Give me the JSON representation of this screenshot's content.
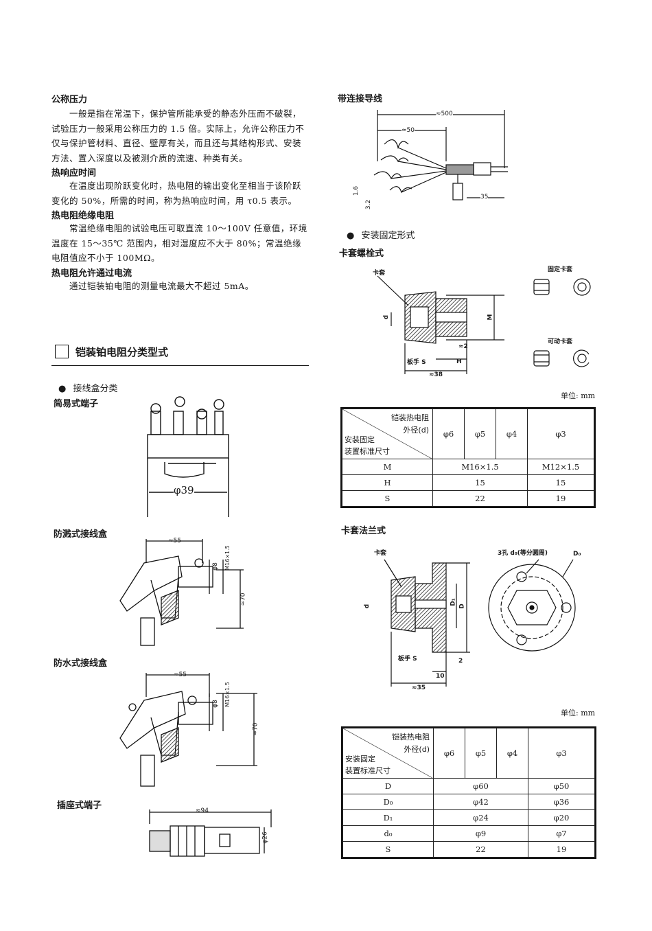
{
  "left": {
    "sections": [
      {
        "title": "公称压力",
        "body": "一般是指在常温下，保护管所能承受的静态外压而不破裂，试验压力一般采用公称压力的 1.5 倍。实际上，允许公称压力不仅与保护管材料、直径、壁厚有关，而且还与其结构形式、安装方法、置入深度以及被测介质的流速、种类有关。"
      },
      {
        "title": "热响应时间",
        "body": "在温度出现阶跃变化时，热电阻的输出变化至相当于该阶跃变化的 50%，所需的时间，称为热响应时间，用 τ0.5 表示。"
      },
      {
        "title": "热电阻绝缘电阻",
        "body": "常温绝缘电阻的试验电压可取直流 10～100V 任意值，环境温度在 15～35℃ 范围内，相对湿度应不大于 80%；常温绝缘电阻值应不小于 100MΩ。"
      },
      {
        "title": "热电阻允许通过电流",
        "body": "通过铠装铂电阻的测量电流最大不超过 5mA。"
      }
    ],
    "chapter_title": "铠装铂电阻分类型式",
    "bullet_junction": "接线盒分类",
    "simple_terminal": {
      "title": "简易式端子",
      "dim": "φ39"
    },
    "splash_box": {
      "title": "防溅式接线盒",
      "w": "≈55",
      "d8": "φ8",
      "thread": "M16×1.5",
      "h": "≈70"
    },
    "water_box": {
      "title": "防水式接线盒",
      "w": "≈55",
      "d8": "φ8",
      "thread": "M16×1.5",
      "h": "≈70"
    },
    "plug_terminal": {
      "title": "插座式端子",
      "len": "≈94",
      "dia": "φ26"
    }
  },
  "right": {
    "lead_wire": {
      "title": "带连接导线",
      "total": "≈500",
      "strip": "≈50",
      "tail": "35",
      "d1": "1.6",
      "d2": "3.2"
    },
    "bullet_mount": "安装固定形式",
    "ferrule_bolt": {
      "title": "卡套螺栓式",
      "ferrule": "卡套",
      "d": "d",
      "M": "M",
      "gap": "≈2",
      "wrench": "板手 S",
      "H": "H",
      "len": "≈38",
      "fixed": "固定卡套",
      "movable": "可动卡套"
    },
    "unit": "单位: mm",
    "table1": {
      "head_top": "铠装热电阻",
      "head_top2": "外径(d)",
      "head_left": "安装固定",
      "head_left2": "装置标准尺寸",
      "cols": [
        "φ6",
        "φ5",
        "φ4",
        "φ3"
      ],
      "rows": [
        {
          "k": "M",
          "a": "M16×1.5",
          "b": "M12×1.5"
        },
        {
          "k": "H",
          "a": "15",
          "b": "15"
        },
        {
          "k": "S",
          "a": "22",
          "b": "19"
        }
      ]
    },
    "ferrule_flange": {
      "title": "卡套法兰式",
      "ferrule": "卡套",
      "holes": "3孔 d₀(等分圆周)",
      "D0": "D₀",
      "d": "d",
      "D1": "D₁",
      "D": "D",
      "wrench": "板手 S",
      "two": "2",
      "ten": "10",
      "len": "≈35"
    },
    "unit2": "单位: mm",
    "table2": {
      "head_top": "铠装热电阻",
      "head_top2": "外径(d)",
      "head_left": "安装固定",
      "head_left2": "装置标准尺寸",
      "cols": [
        "φ6",
        "φ5",
        "φ4",
        "φ3"
      ],
      "rows": [
        {
          "k": "D",
          "a": "φ60",
          "b": "φ50"
        },
        {
          "k": "D₀",
          "a": "φ42",
          "b": "φ36"
        },
        {
          "k": "D₁",
          "a": "φ24",
          "b": "φ20"
        },
        {
          "k": "d₀",
          "a": "φ9",
          "b": "φ7"
        },
        {
          "k": "S",
          "a": "22",
          "b": "19"
        }
      ]
    }
  }
}
